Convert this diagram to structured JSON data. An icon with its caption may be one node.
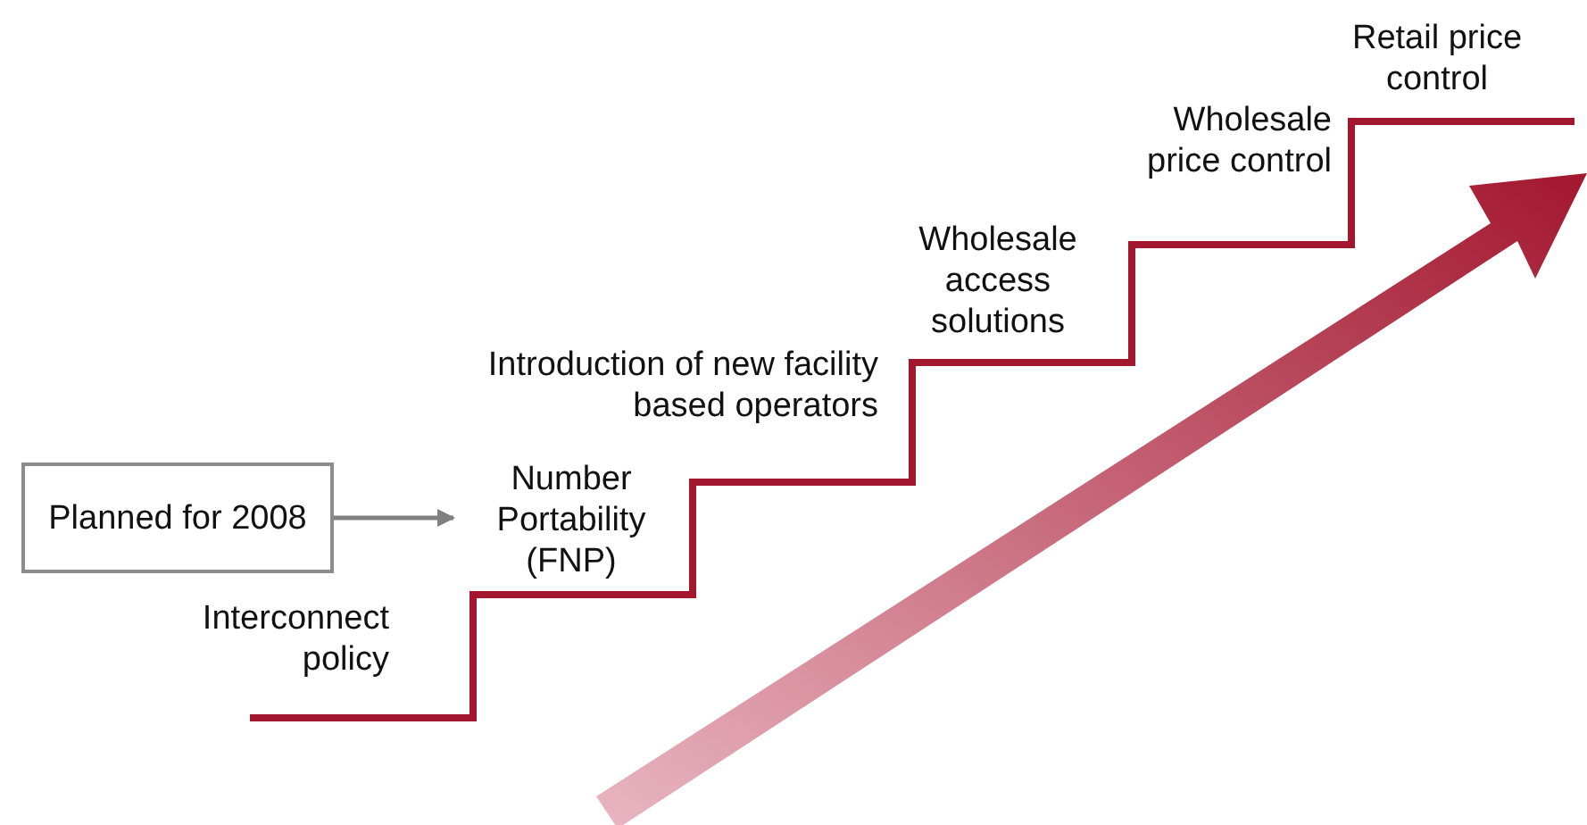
{
  "diagram": {
    "nodes": [
      {
        "text": [
          "Planned for 2008"
        ]
      },
      {
        "text": [
          "Number Portability (FNP)"
        ]
      }
    ],
    "edges": [
      {
        "from": 0,
        "to": 1,
        "arrow": "to"
      }
    ],
    "labels": [
      "Retail price control",
      "Wholesale price control",
      "Wholesale access solutions",
      "Introduction of new facility based operators",
      "Interconnect policy"
    ]
  }
}
